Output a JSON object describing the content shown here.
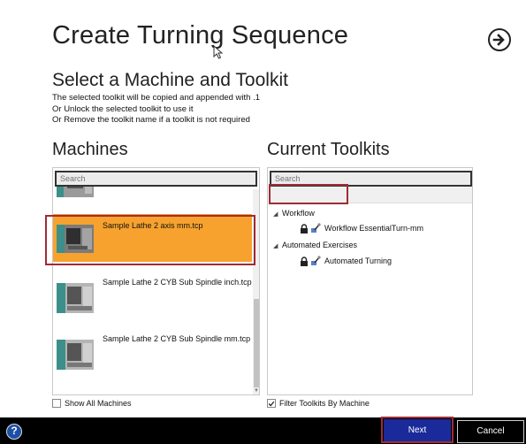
{
  "header": {
    "title": "Create Turning Sequence",
    "subtitle": "Select a Machine and Toolkit",
    "instructions": [
      "The selected toolkit will be copied and appended with .1",
      "Or Unlock the selected toolkit to use it",
      "Or Remove the toolkit name if a toolkit is not required"
    ]
  },
  "machines": {
    "title": "Machines",
    "search_placeholder": "Search",
    "items": [
      {
        "label": "",
        "selected": false
      },
      {
        "label": "Sample Lathe 2 axis mm.tcp",
        "selected": true
      },
      {
        "label": "Sample Lathe 2 CYB Sub Spindle inch.tcp",
        "selected": false
      },
      {
        "label": "Sample Lathe 2 CYB Sub Spindle mm.tcp",
        "selected": false
      }
    ],
    "show_all_label": "Show All Machines",
    "show_all_checked": false
  },
  "toolkits": {
    "title": "Current Toolkits",
    "search_placeholder": "Search",
    "groups": [
      {
        "label": "Workflow",
        "items": [
          {
            "label": "Workflow EssentialTurn-mm"
          }
        ]
      },
      {
        "label": "Automated Exercises",
        "items": [
          {
            "label": "Automated Turning"
          }
        ]
      }
    ],
    "filter_label": "Filter Toolkits By Machine",
    "filter_checked": true
  },
  "footer": {
    "next_label": "Next",
    "cancel_label": "Cancel"
  },
  "colors": {
    "selected_row": "#f7a22e",
    "highlight": "#a02b35",
    "next_button": "#1a2a9a",
    "footer_bg": "#000000"
  }
}
